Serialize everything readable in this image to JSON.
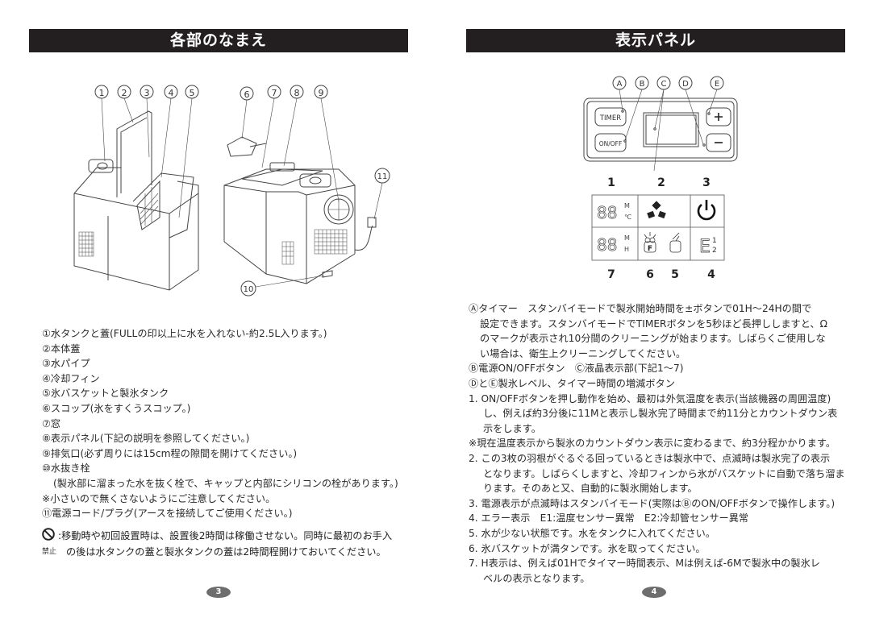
{
  "left_page": {
    "title": "各部のなまえ",
    "diagram": {
      "callouts_left_unit": [
        "①",
        "②",
        "③",
        "④",
        "⑤"
      ],
      "callouts_right_unit": [
        "⑥",
        "⑦",
        "⑧",
        "⑨"
      ],
      "callout_cord": "⑪",
      "callout_drain": "⑩"
    },
    "parts": [
      "①水タンクと蓋(FULLの印以上に水を入れない-約2.5L入ります。)",
      "②本体蓋",
      "③水パイプ",
      "④冷却フィン",
      "⑤氷バスケットと製氷タンク",
      "⑥スコップ(氷をすくうスコップ。)",
      "⑦窓",
      "⑧表示パネル(下記の説明を参照してください。)",
      "⑨排気口(必ず周りには15cm程の隙間を開けてください。)",
      "⑩水抜き栓",
      "(製氷部に溜まった水を抜く栓で、キャップと内部にシリコンの栓があります。)",
      "※小さいので無くさないようにご注意してください。",
      "⑪電源コード/プラグ(アースを接続してご使用ください。)"
    ],
    "warning": {
      "icon": "prohibited-icon",
      "icon_label": "禁止",
      "line1": ":移動時や初回設置時は、設置後2時間は稼働させない。同時に最初のお手入",
      "line2": "の後は水タンクの蓋と製氷タンクの蓋は2時間程開けておいてください。"
    },
    "page_number": "3"
  },
  "right_page": {
    "title": "表示パネル",
    "panel": {
      "callouts": [
        "Ⓐ",
        "Ⓑ",
        "Ⓒ",
        "Ⓓ",
        "Ⓔ"
      ],
      "timer_button": "TIMER",
      "onoff_button": "ON/OFF",
      "plus_button": "+",
      "minus_button": "−"
    },
    "lcd": {
      "top_numbers": [
        "1",
        "2",
        "3"
      ],
      "bottom_numbers": [
        "7",
        "6",
        "5",
        "4"
      ],
      "seg1_digits": "88",
      "seg1_units": [
        "M",
        "℃"
      ],
      "seg7_digits": "88",
      "seg7_units": [
        "M",
        "H"
      ],
      "icon2": "fan-blades-icon",
      "icon3": "power-icon",
      "icon6_label": "F",
      "icon5": "low-water-icon",
      "error_label": "E",
      "error_codes": [
        "1",
        "2"
      ]
    },
    "descriptions": [
      {
        "text": "Ⓐタイマー　スタンバイモードで製氷開始時間を±ボタンで01H〜24Hの間で",
        "indent": 0
      },
      {
        "text": "設定できます。スタンバイモードでTIMERボタンを5秒ほど長押ししますと、Ω",
        "indent": 1
      },
      {
        "text": "のマークが表示され10分間のクリーニングが始まります。しばらくご使用しな",
        "indent": 1
      },
      {
        "text": "い場合は、衛生上クリーニングしてください。",
        "indent": 1
      },
      {
        "text": "Ⓑ電源ON/OFFボタン　Ⓒ液晶表示部(下記1〜7)",
        "indent": 0
      },
      {
        "text": "ⒹとⒺ製氷レベル、タイマー時間の増減ボタン",
        "indent": 0
      },
      {
        "text": "1. ON/OFFボタンを押し動作を始め、最初は外気温度を表示(当該機器の周囲温度)",
        "indent": 0
      },
      {
        "text": "し、例えば約3分後に11Mと表示し製氷完了時間まで約11分とカウントダウン表",
        "indent": 2
      },
      {
        "text": "示をします。",
        "indent": 2
      },
      {
        "text": "※現在温度表示から製氷のカウントダウン表示に変わるまで、約3分程かかります。",
        "indent": 0
      },
      {
        "text": "2. この3枚の羽根がぐるぐる回っているときは製氷中で、点滅時は製氷完了の表示",
        "indent": 0
      },
      {
        "text": "となります。しばらくしますと、冷却フィンから氷がバスケットに自動で落ち溜ま",
        "indent": 2
      },
      {
        "text": "ります。そのあと又、自動的に製氷開始します。",
        "indent": 2
      },
      {
        "text": "3. 電源表示が点滅時はスタンバイモード(実際はⒷのON/OFFボタンで操作します。)",
        "indent": 0
      },
      {
        "text": "4. エラー表示　E1:温度センサー異常　E2:冷却管センサー異常",
        "indent": 0
      },
      {
        "text": "5. 水が少ない状態です。水をタンクに入れてください。",
        "indent": 0
      },
      {
        "text": "6. 氷バスケットが満タンです。氷を取ってください。",
        "indent": 0
      },
      {
        "text": "7. H表示は、例えば01Hでタイマー時間表示、Mは例えば-6Mで製氷中の製氷レ",
        "indent": 0
      },
      {
        "text": "ベルの表示となります。",
        "indent": 2
      }
    ],
    "page_number": "4"
  },
  "colors": {
    "title_bar_bg": "#231f20",
    "title_bar_text": "#ffffff",
    "page_badge": "#6d6d6d",
    "line_art": "#444444"
  }
}
